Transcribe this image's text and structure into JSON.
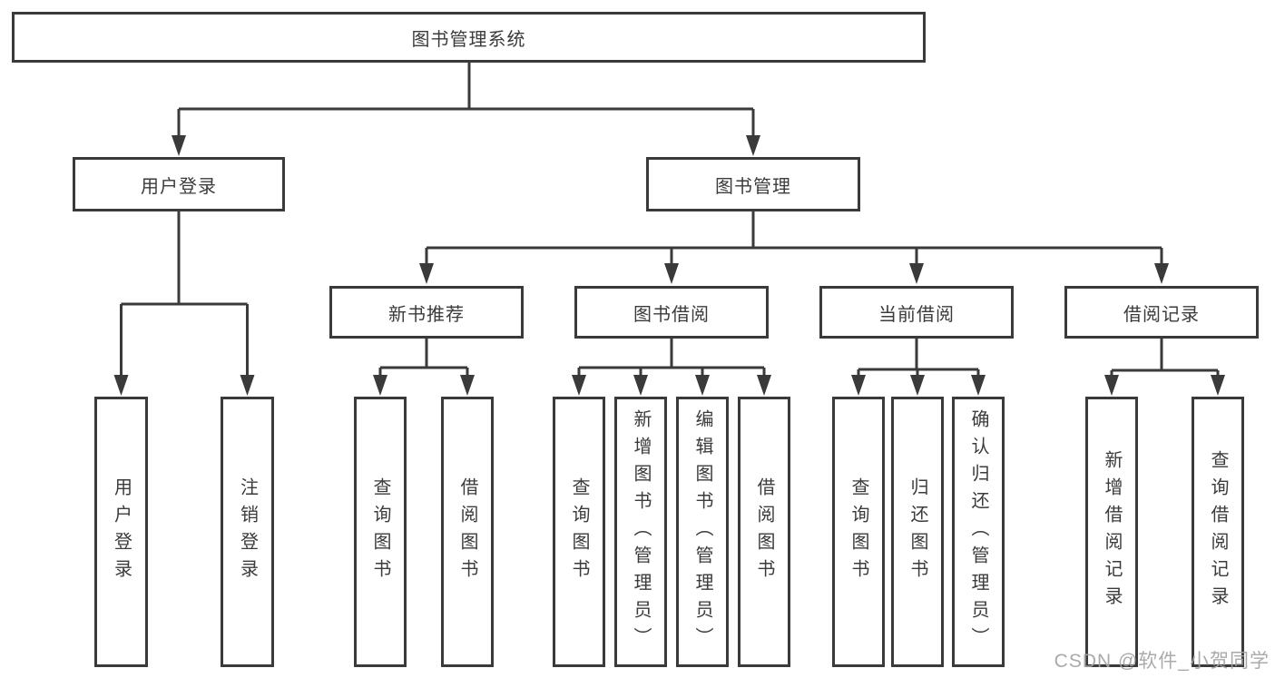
{
  "colors": {
    "line": "#3a3a3a",
    "box_border": "#3a3a3a",
    "text": "#3b3b3b",
    "background": "#ffffff",
    "watermark": "#a3a3a3"
  },
  "watermark": "CSDN @软件_小贺同学",
  "tree": {
    "root": {
      "label": "图书管理系统",
      "children": [
        {
          "label": "用户登录",
          "children": [
            {
              "label": "用户登录"
            },
            {
              "label": "注销登录"
            }
          ]
        },
        {
          "label": "图书管理",
          "children": [
            {
              "label": "新书推荐",
              "children": [
                {
                  "label": "查询图书"
                },
                {
                  "label": "借阅图书"
                }
              ]
            },
            {
              "label": "图书借阅",
              "children": [
                {
                  "label": "查询图书"
                },
                {
                  "label": "新增图书（管理员）"
                },
                {
                  "label": "编辑图书（管理员）"
                },
                {
                  "label": "借阅图书"
                }
              ]
            },
            {
              "label": "当前借阅",
              "children": [
                {
                  "label": "查询图书"
                },
                {
                  "label": "归还图书"
                },
                {
                  "label": "确认归还（管理员）"
                }
              ]
            },
            {
              "label": "借阅记录",
              "children": [
                {
                  "label": "新增借阅记录"
                },
                {
                  "label": "查询借阅记录"
                }
              ]
            }
          ]
        }
      ]
    }
  }
}
